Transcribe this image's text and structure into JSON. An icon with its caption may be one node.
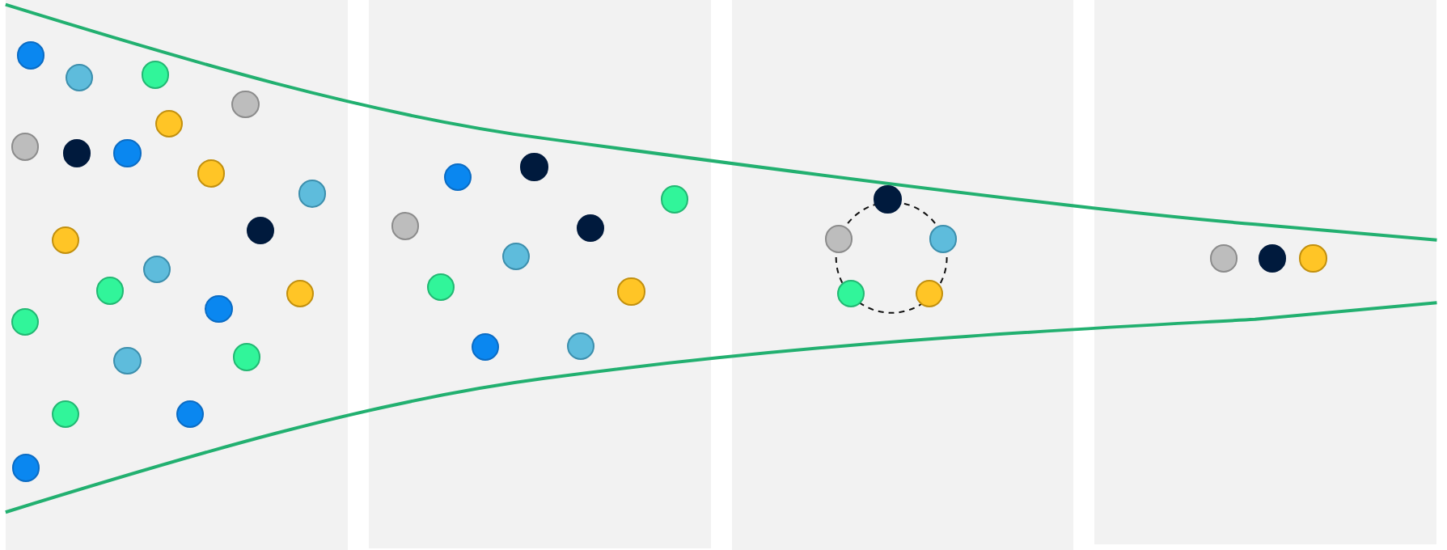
{
  "diagram": {
    "nodes": [
      {
        "text": [],
        "shape": "box"
      },
      {
        "text": [],
        "shape": "circle",
        "in": 0
      },
      {
        "text": [],
        "shape": "circle",
        "in": 0
      },
      {
        "text": [],
        "shape": "circle",
        "in": 0
      },
      {
        "text": [],
        "shape": "circle",
        "in": 0
      },
      {
        "text": [],
        "shape": "circle",
        "in": 0
      },
      {
        "text": [],
        "shape": "circle",
        "in": 0
      },
      {
        "text": [],
        "shape": "circle",
        "in": 0
      },
      {
        "text": [],
        "shape": "circle",
        "in": 0
      },
      {
        "text": [],
        "shape": "circle",
        "in": 0
      },
      {
        "text": [],
        "shape": "circle",
        "in": 0
      },
      {
        "text": [],
        "shape": "circle",
        "in": 0
      },
      {
        "text": [],
        "shape": "circle",
        "in": 0
      },
      {
        "text": [],
        "shape": "circle",
        "in": 0
      },
      {
        "text": [],
        "shape": "circle",
        "in": 0
      },
      {
        "text": [],
        "shape": "circle",
        "in": 0
      },
      {
        "text": [],
        "shape": "circle",
        "in": 0
      },
      {
        "text": [],
        "shape": "circle",
        "in": 0
      },
      {
        "text": [],
        "shape": "circle",
        "in": 0
      },
      {
        "text": [],
        "shape": "circle",
        "in": 0
      },
      {
        "text": [],
        "shape": "circle",
        "in": 0
      },
      {
        "text": [],
        "shape": "circle",
        "in": 0
      },
      {
        "text": [],
        "shape": "circle",
        "in": 0
      },
      {
        "text": [],
        "shape": "box"
      },
      {
        "text": [],
        "shape": "circle",
        "in": 23
      },
      {
        "text": [],
        "shape": "circle",
        "in": 23
      },
      {
        "text": [],
        "shape": "circle",
        "in": 23
      },
      {
        "text": [],
        "shape": "circle",
        "in": 23
      },
      {
        "text": [],
        "shape": "circle",
        "in": 23
      },
      {
        "text": [],
        "shape": "circle",
        "in": 23
      },
      {
        "text": [],
        "shape": "circle",
        "in": 23
      },
      {
        "text": [],
        "shape": "circle",
        "in": 23
      },
      {
        "text": [],
        "shape": "circle",
        "in": 23
      },
      {
        "text": [],
        "shape": "circle",
        "in": 23
      },
      {
        "text": [],
        "shape": "box"
      },
      {
        "text": [],
        "shape": "circle",
        "in": 34
      },
      {
        "text": [],
        "shape": "circle",
        "in": 34
      },
      {
        "text": [],
        "shape": "circle",
        "in": 34
      },
      {
        "text": [],
        "shape": "circle",
        "in": 34
      },
      {
        "text": [],
        "shape": "circle",
        "in": 34
      },
      {
        "text": [],
        "shape": "box"
      },
      {
        "text": [],
        "shape": "circle",
        "in": 40
      },
      {
        "text": [],
        "shape": "circle",
        "in": 40
      },
      {
        "text": [],
        "shape": "circle",
        "in": 40
      }
    ]
  }
}
